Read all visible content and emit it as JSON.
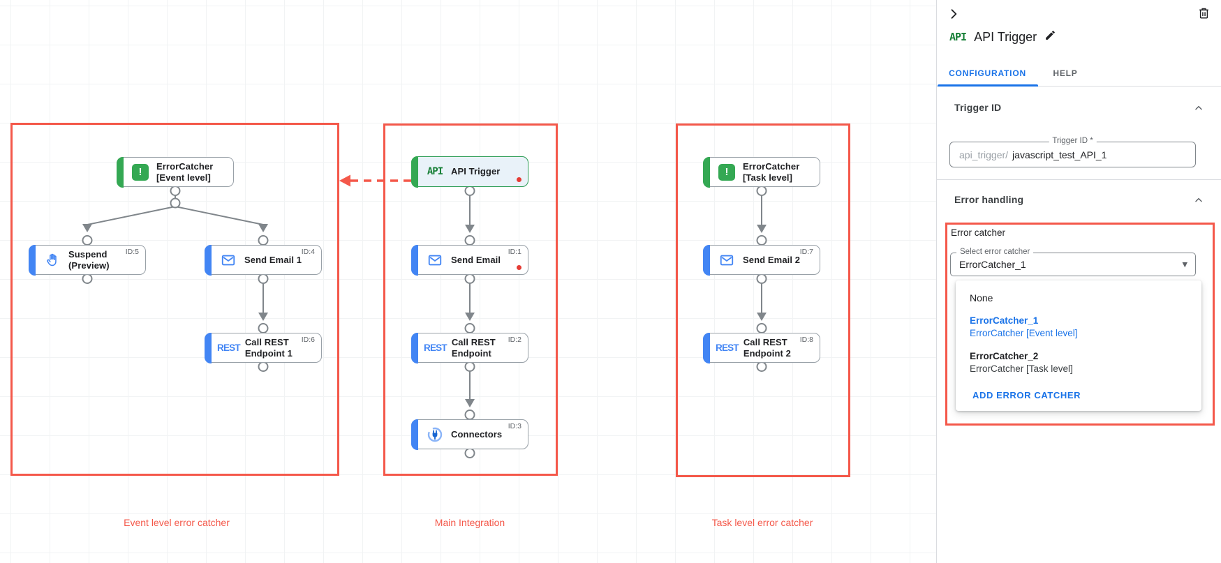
{
  "canvas": {
    "group_labels": [
      "Event level error catcher",
      "Main Integration",
      "Task level error catcher"
    ],
    "icon_texts": {
      "api": "API",
      "rest": "REST"
    },
    "nodes": {
      "ec_event": {
        "line1": "ErrorCatcher",
        "line2": "[Event level]"
      },
      "suspend": {
        "line1": "Suspend",
        "line2": "(Preview)",
        "id": "ID:5"
      },
      "send_email_1": {
        "line1": "Send Email 1",
        "id": "ID:4"
      },
      "call_rest_1": {
        "line1": "Call REST",
        "line2": "Endpoint 1",
        "id": "ID:6"
      },
      "api_trigger": {
        "line1": "API Trigger"
      },
      "send_email": {
        "line1": "Send Email",
        "id": "ID:1"
      },
      "call_rest": {
        "line1": "Call REST",
        "line2": "Endpoint",
        "id": "ID:2"
      },
      "connectors": {
        "line1": "Connectors",
        "id": "ID:3"
      },
      "ec_task": {
        "line1": "ErrorCatcher",
        "line2": "[Task level]"
      },
      "send_email_2": {
        "line1": "Send Email 2",
        "id": "ID:7"
      },
      "call_rest_2": {
        "line1": "Call REST",
        "line2": "Endpoint 2",
        "id": "ID:8"
      }
    }
  },
  "panel": {
    "badge": "API",
    "title": "API Trigger",
    "tabs": {
      "configuration": "CONFIGURATION",
      "help": "HELP"
    },
    "trigger_id": {
      "section_title": "Trigger ID",
      "field_label": "Trigger ID *",
      "prefix": "api_trigger/",
      "value": "javascript_test_API_1"
    },
    "error_handling": {
      "section_title": "Error handling",
      "group_label": "Error catcher",
      "select_label": "Select error catcher",
      "select_value": "ErrorCatcher_1",
      "menu": {
        "none": "None",
        "opt1_name": "ErrorCatcher_1",
        "opt1_desc": "ErrorCatcher [Event level]",
        "opt2_name": "ErrorCatcher_2",
        "opt2_desc": "ErrorCatcher [Task level]",
        "add_button": "ADD ERROR CATCHER"
      }
    }
  },
  "colors": {
    "annotation_red": "#f4584a",
    "breakpoint_red": "#e53c35",
    "trigger_green": "#34a853",
    "task_blue": "#4285f4",
    "link_blue": "#1a73e8"
  }
}
